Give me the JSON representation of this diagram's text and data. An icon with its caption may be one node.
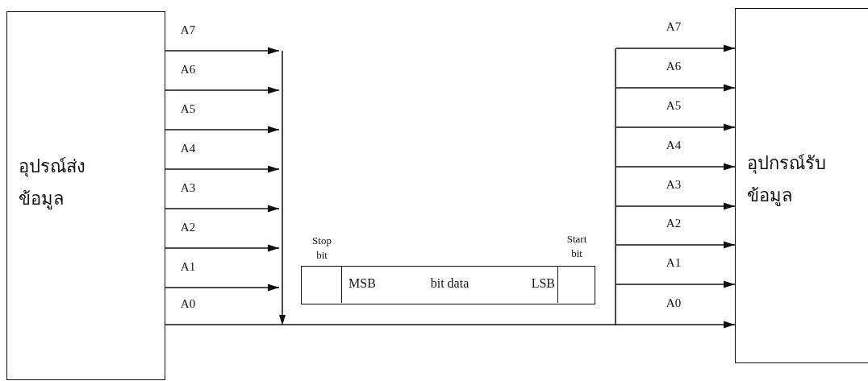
{
  "diagram": {
    "nodes": [
      {
        "text": [
          "อุปรณ์ส่ง ข้อมูล"
        ]
      },
      {
        "text": [
          "อุปกรณ์รับ ข้อมูล"
        ]
      },
      {
        "text": [],
        "shape": "box"
      },
      {
        "text": [],
        "shape": "box",
        "in": 2,
        "beside": [
          "Stop bit"
        ]
      },
      {
        "text": [
          "MSB",
          "bit data",
          "LSB"
        ],
        "in": 2
      },
      {
        "text": [],
        "shape": "box",
        "in": 2,
        "beside": [
          "Start bit"
        ]
      },
      {
        "text": [],
        "shape": "bar"
      },
      {
        "text": [],
        "shape": "bar"
      }
    ],
    "edges": [
      {
        "from": 0,
        "to": 6,
        "arrow": "to",
        "label": "A7"
      },
      {
        "from": 0,
        "to": 6,
        "arrow": "to",
        "label": "A6"
      },
      {
        "from": 0,
        "to": 6,
        "arrow": "to",
        "label": "A5"
      },
      {
        "from": 0,
        "to": 6,
        "arrow": "to",
        "label": "A4"
      },
      {
        "from": 0,
        "to": 6,
        "arrow": "to",
        "label": "A3"
      },
      {
        "from": 0,
        "to": 6,
        "arrow": "to",
        "label": "A2"
      },
      {
        "from": 0,
        "to": 6,
        "arrow": "to",
        "label": "A1"
      },
      {
        "from": 0,
        "to": 1,
        "arrow": "to",
        "label": "A0"
      },
      {
        "from": 7,
        "to": 1,
        "arrow": "to",
        "label": "A7"
      },
      {
        "from": 7,
        "to": 1,
        "arrow": "to",
        "label": "A6"
      },
      {
        "from": 7,
        "to": 1,
        "arrow": "to",
        "label": "A5"
      },
      {
        "from": 7,
        "to": 1,
        "arrow": "to",
        "label": "A4"
      },
      {
        "from": 7,
        "to": 1,
        "arrow": "to",
        "label": "A3"
      },
      {
        "from": 7,
        "to": 1,
        "arrow": "to",
        "label": "A2"
      },
      {
        "from": 7,
        "to": 1,
        "arrow": "to",
        "label": "A1"
      }
    ],
    "labels": [
      "A0"
    ]
  }
}
